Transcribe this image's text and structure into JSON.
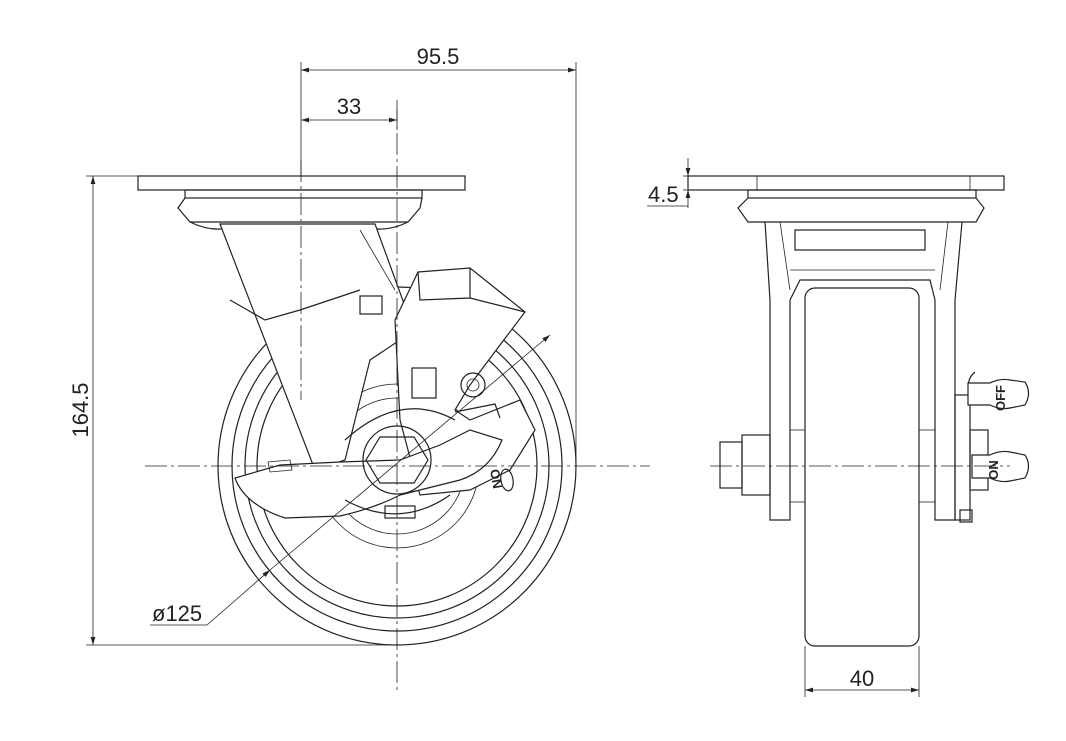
{
  "dimensions": {
    "overall_offset": "95.5",
    "axle_offset": "33",
    "overall_height": "164.5",
    "wheel_diameter": "ø125",
    "plate_thickness": "4.5",
    "wheel_width": "40"
  },
  "markings": {
    "brake_on": "ON",
    "brake_off": "OFF",
    "hub_mark": "ON"
  }
}
